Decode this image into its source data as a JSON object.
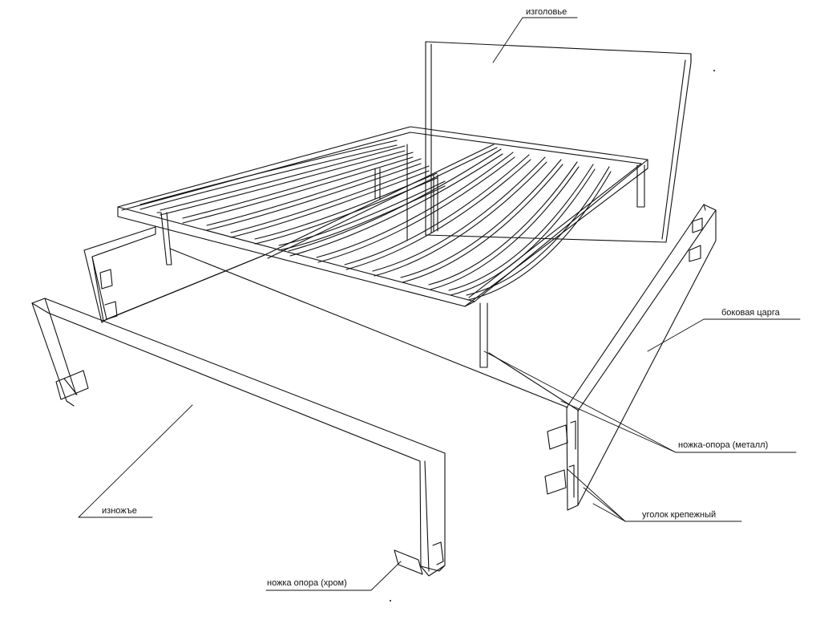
{
  "labels": {
    "headboard": "изголовье",
    "side_rail": "боковая царга",
    "leg_metal": "ножка-опора (металл)",
    "bracket": "уголок крепежный",
    "footboard": "изножъе",
    "leg_chrome": "ножка опора (хром)"
  },
  "colors": {
    "line": "#111111",
    "background": "#ffffff"
  }
}
